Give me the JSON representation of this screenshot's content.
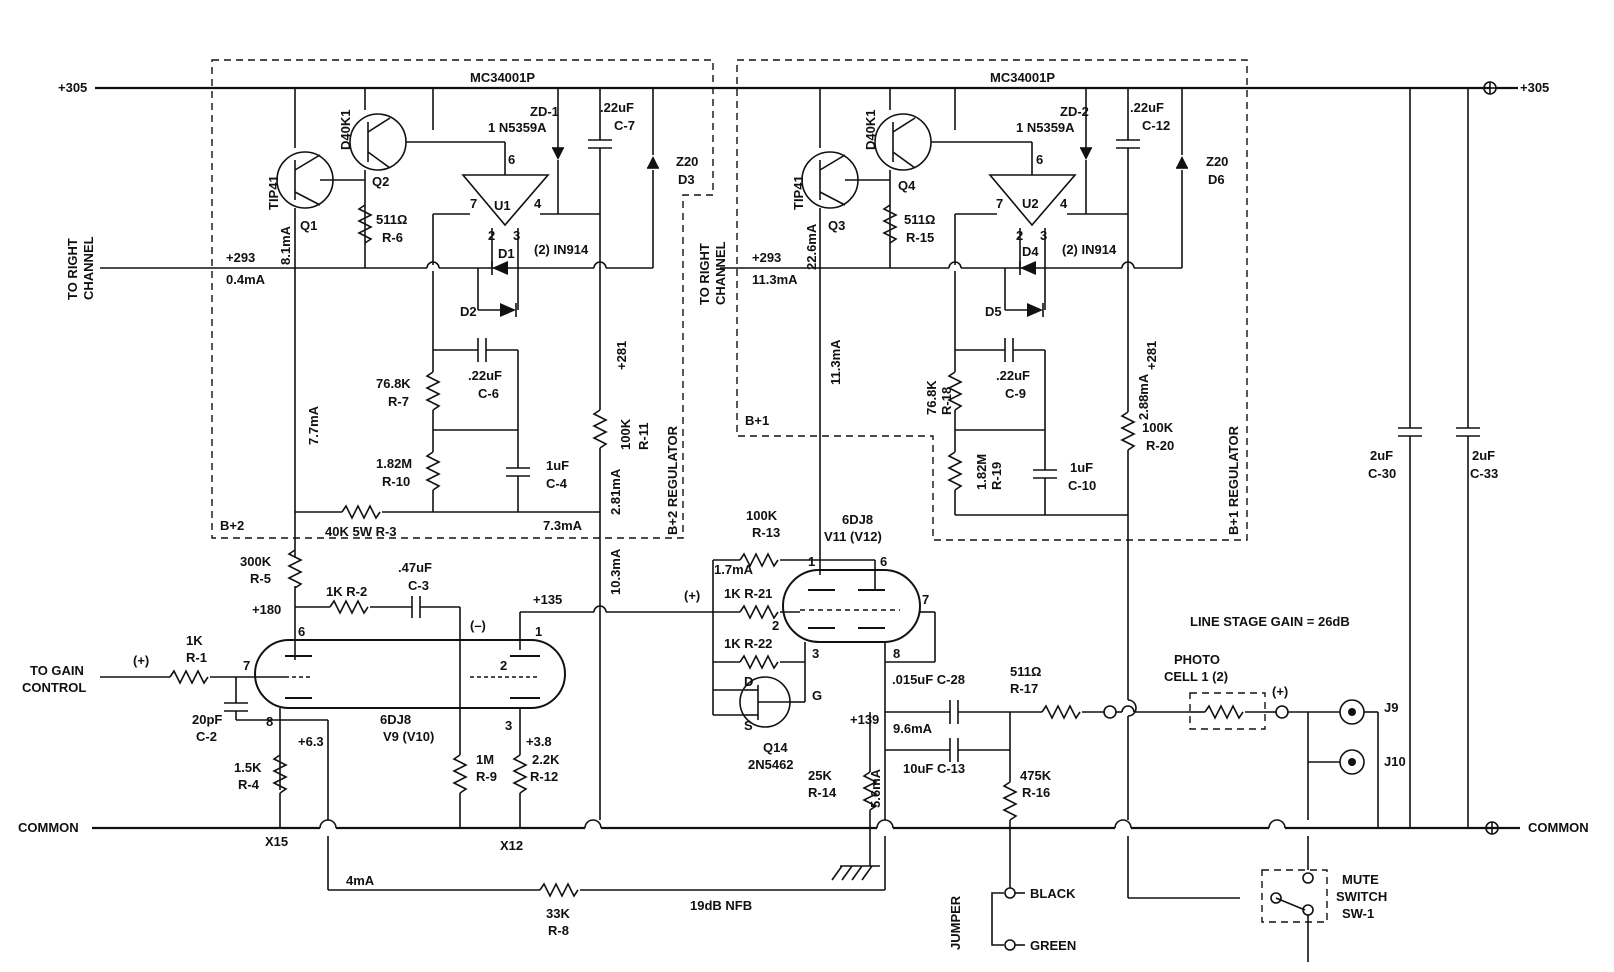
{
  "rails": {
    "b_plus_left": "+305",
    "b_plus_right": "+305",
    "common_left": "COMMON",
    "common_right": "COMMON"
  },
  "regulators": {
    "left": {
      "ic_top": "MC34001P",
      "box_label": "B+2",
      "title": "B+2 REGULATOR"
    },
    "right": {
      "ic_top": "MC34001P",
      "box_label": "B+1",
      "title": "B+1 REGULATOR"
    }
  },
  "to_right_channel": [
    "TO RIGHT",
    "CHANNEL"
  ],
  "labels": [
    "TIP41",
    "Q1",
    "D40K1",
    "Q2",
    "511Ω",
    "R-6",
    "ZD-1",
    "1 N5359A",
    ".22uF",
    "C-7",
    "Z20",
    "D3",
    "6",
    "7",
    "4",
    "2",
    "3",
    "U1",
    "D1",
    "(2) IN914",
    "D2",
    "+293",
    "0.4mA",
    "8.1mA",
    "76.8K",
    "R-7",
    ".22uF",
    "C-6",
    "+281",
    "1.82M",
    "R-10",
    "1uF",
    "C-4",
    "100K",
    "R-11",
    "7.7mA",
    "2.81mA",
    "40K 5W  R-3",
    "7.3mA",
    "TIP41",
    "Q3",
    "D40K1",
    "Q4",
    "511Ω",
    "R-15",
    "ZD-2",
    "1 N5359A",
    ".22uF",
    "C-12",
    "Z20",
    "D6",
    "6",
    "7",
    "4",
    "2",
    "3",
    "U2",
    "D4",
    "(2) IN914",
    "D5",
    "+293",
    "11.3mA",
    "22.6mA",
    "11.3mA",
    "76.8K",
    "R-18",
    ".22uF",
    "C-9",
    "+281",
    "2.88mA",
    "1.82M",
    "R-19",
    "1uF",
    "C-10",
    "100K",
    "R-20",
    "2uF",
    "C-30",
    "2uF",
    "C-33",
    "300K",
    "R-5",
    "+180",
    "1K  R-2",
    ".47uF",
    "C-3",
    "(–)",
    "+135",
    "10.3mA",
    "TO GAIN",
    "CONTROL",
    "(+)",
    "1K",
    "R-1",
    "7",
    "6",
    "8",
    "2",
    "1",
    "3",
    "20pF",
    "C-2",
    "6DJ8",
    "V9  (V10)",
    "+6.3",
    "1.5K",
    "R-4",
    "1M",
    "R-9",
    "+3.8",
    "2.2K",
    "R-12",
    "X15",
    "X12",
    "4mA",
    "33K",
    "R-8",
    "19dB NFB",
    "100K",
    "R-13",
    "6DJ8",
    "V11   (V12)",
    "1.7mA",
    "(+)",
    "1K  R-21",
    "1K  R-22",
    "1",
    "6",
    "2",
    "7",
    "3",
    "8",
    "D",
    "G",
    "S",
    "Q14",
    "2N5462",
    "+139",
    "25K",
    "R-14",
    "5.6mA",
    ".015uF  C-28",
    "9.6mA",
    "10uF  C-13",
    "511Ω",
    "R-17",
    "475K",
    "R-16",
    "JUMPER",
    "BLACK",
    "GREEN",
    "LINE STAGE GAIN = 26dB",
    "PHOTO",
    "CELL 1 (2)",
    "(+)",
    "J9",
    "J10",
    "MUTE",
    "SWITCH",
    "SW-1"
  ]
}
